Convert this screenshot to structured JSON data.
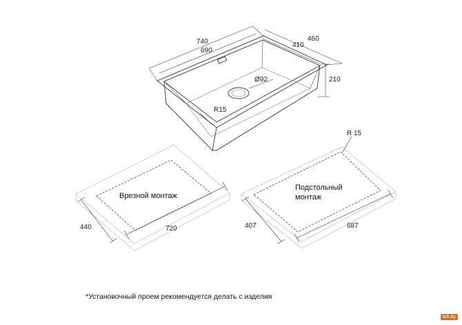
{
  "sink": {
    "dim_outer_length": "740",
    "dim_inner_length": "690",
    "dim_outer_width": "460",
    "dim_inner_width": "410",
    "dim_depth": "210",
    "dim_drain": "Ø92",
    "dim_corner_radius": "R15"
  },
  "flush_mount": {
    "label": "Врезной монтаж",
    "dim_width": "440",
    "dim_length": "720"
  },
  "undermount": {
    "label_line1": "Подстольный",
    "label_line2": "монтаж",
    "dim_radius": "R 15",
    "dim_width": "407",
    "dim_length": "687"
  },
  "footnote": "*Установочный проем рекомендуется делать с изделия",
  "watermark": "teh.by",
  "colors": {
    "line": "#333333",
    "cutout_dash": "#444444",
    "board_edge": "#cfcfcf",
    "watermark_bg": "#e06a1b"
  }
}
